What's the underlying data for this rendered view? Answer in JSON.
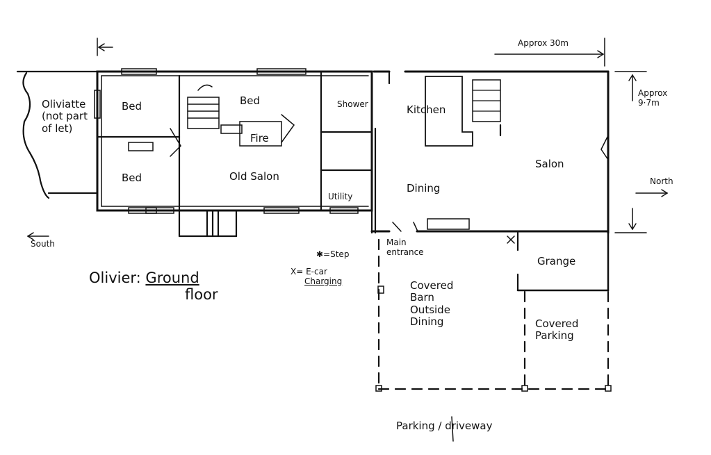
{
  "title": "Olivier: Ground floor",
  "title_parts": {
    "name": "Olivier:",
    "line1": "Ground",
    "line2": "floor"
  },
  "dimensions": {
    "length": "Approx 30m",
    "width_line1": "Approx",
    "width_line2": "9·7m"
  },
  "compass": {
    "north": "North",
    "south": "South"
  },
  "neighbor": {
    "line1": "Oliviatte",
    "line2": "(not part",
    "line3": "of let)"
  },
  "rooms": {
    "bed1": "Bed",
    "bed2": "Bed",
    "bed3": "Bed",
    "fire": "Fire",
    "old_salon": "Old Salon",
    "shower": "Shower",
    "utility": "Utility",
    "kitchen": "Kitchen",
    "dining": "Dining",
    "salon": "Salon",
    "grange": "Grange",
    "barn": [
      "Covered",
      "Barn",
      "Outside",
      "Dining"
    ],
    "parking": [
      "Covered",
      "Parking"
    ]
  },
  "main_entrance": [
    "Main",
    "entrance"
  ],
  "legend": {
    "step": "✱=Step",
    "charging_line1": "X= E-car",
    "charging_line2": "Charging"
  },
  "driveway": "Parking / driveway",
  "colors": {
    "ink": "#111111",
    "background": "#ffffff"
  }
}
